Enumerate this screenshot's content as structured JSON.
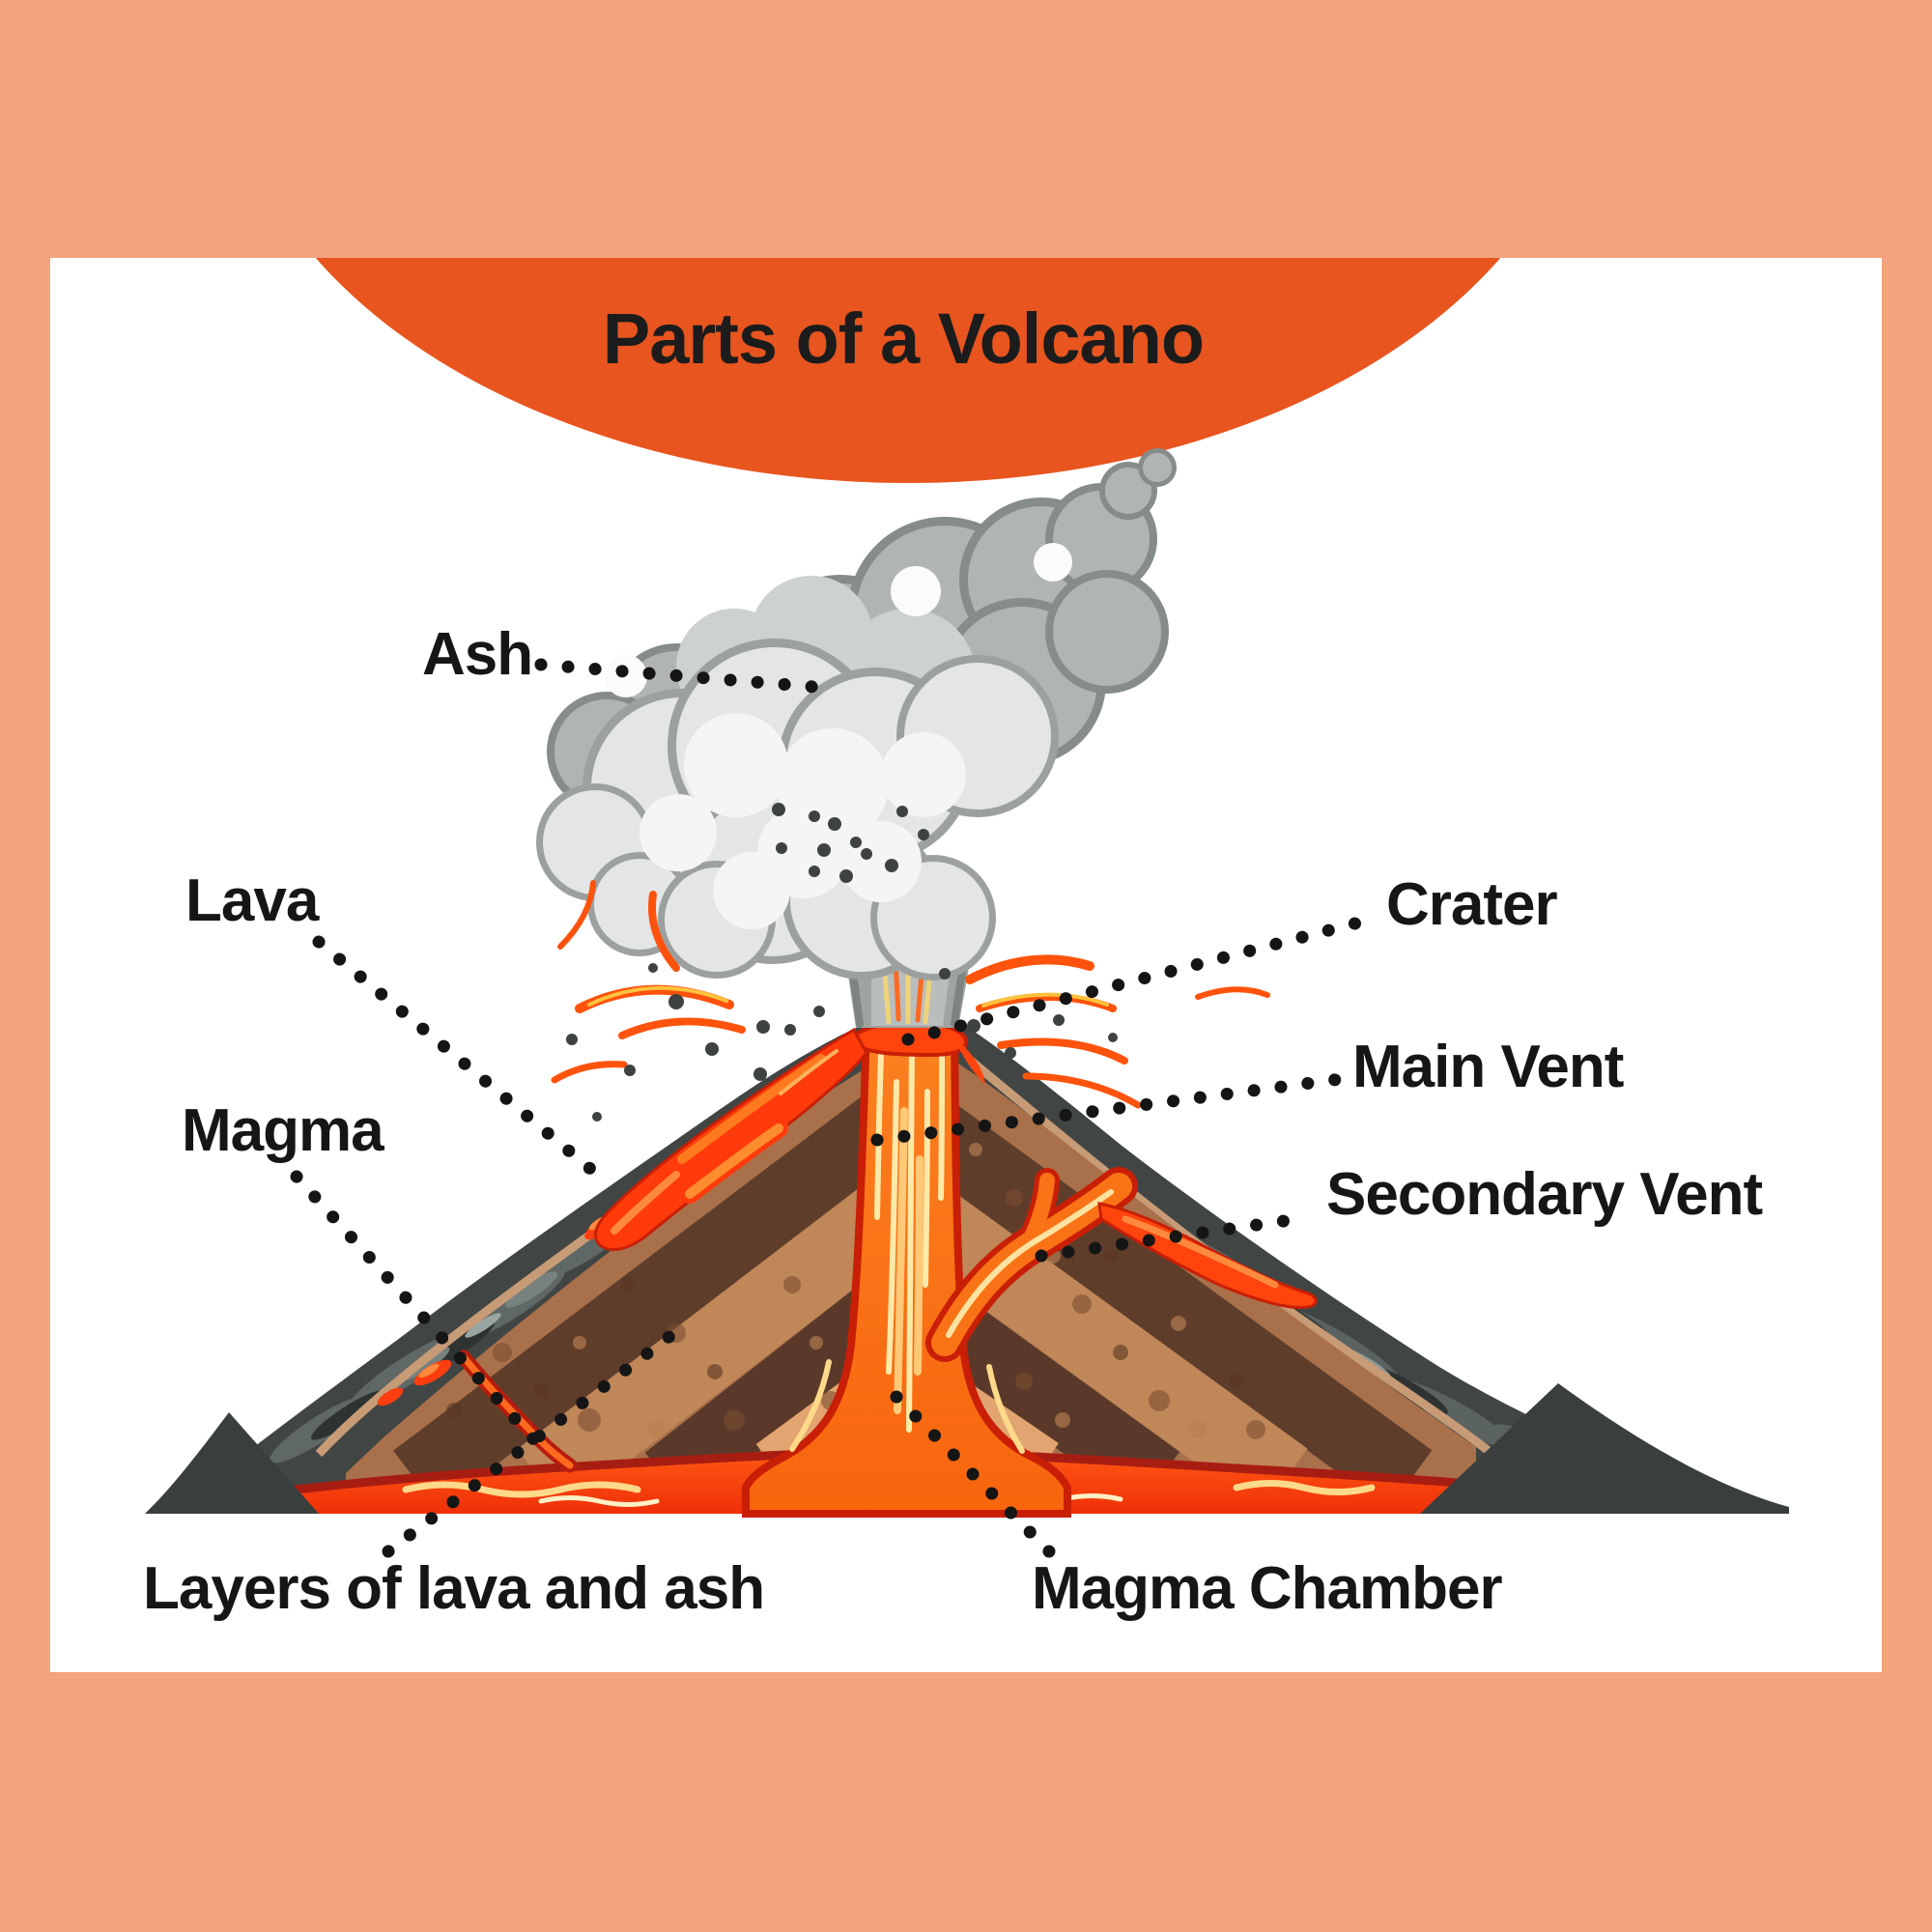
{
  "title": "Parts of a Volcano",
  "labels": {
    "ash": "Ash",
    "lava": "Lava",
    "magma": "Magma",
    "crater": "Crater",
    "main_vent": "Main Vent",
    "secondary_vent": "Secondary Vent",
    "layers": "Layers of lava and ash",
    "magma_chamber": "Magma Chamber"
  },
  "diagram": {
    "type": "labeled-diagram",
    "subject": "volcano cross-section",
    "parts": [
      "Ash",
      "Lava",
      "Magma",
      "Crater",
      "Main Vent",
      "Secondary Vent",
      "Layers of lava and ash",
      "Magma Chamber"
    ]
  },
  "colors": {
    "background": "#F2A47D",
    "card": "#FFFFFF",
    "banner": "#E8551F",
    "title_text": "#1C1C1C",
    "label_text": "#161616",
    "leader_dots": "#151515",
    "slope_rock_dark": "#414645",
    "slope_rock_light": "#6E7876",
    "layer_tan_line": "#C79B76",
    "layer_brown_mid": "#A9714B",
    "layer_brown_dark": "#5F3D2B",
    "layer_brown_light": "#C08759",
    "layer_peach": "#E2A470",
    "lava_bright": "#FF3B0B",
    "lava_edge_red": "#C81F06",
    "magma_pool": "#FF4A10",
    "pool_top_edge": "#A81D12",
    "vent_orange": "#F97316",
    "vent_highlight": "#FFE9A8",
    "smoke_outline": "#8B908F",
    "smoke_dark": "#B0B5B4",
    "smoke_light": "#E4E6E5",
    "smoke_bright": "#F4F5F4",
    "ash_particle": "#3E4241"
  }
}
